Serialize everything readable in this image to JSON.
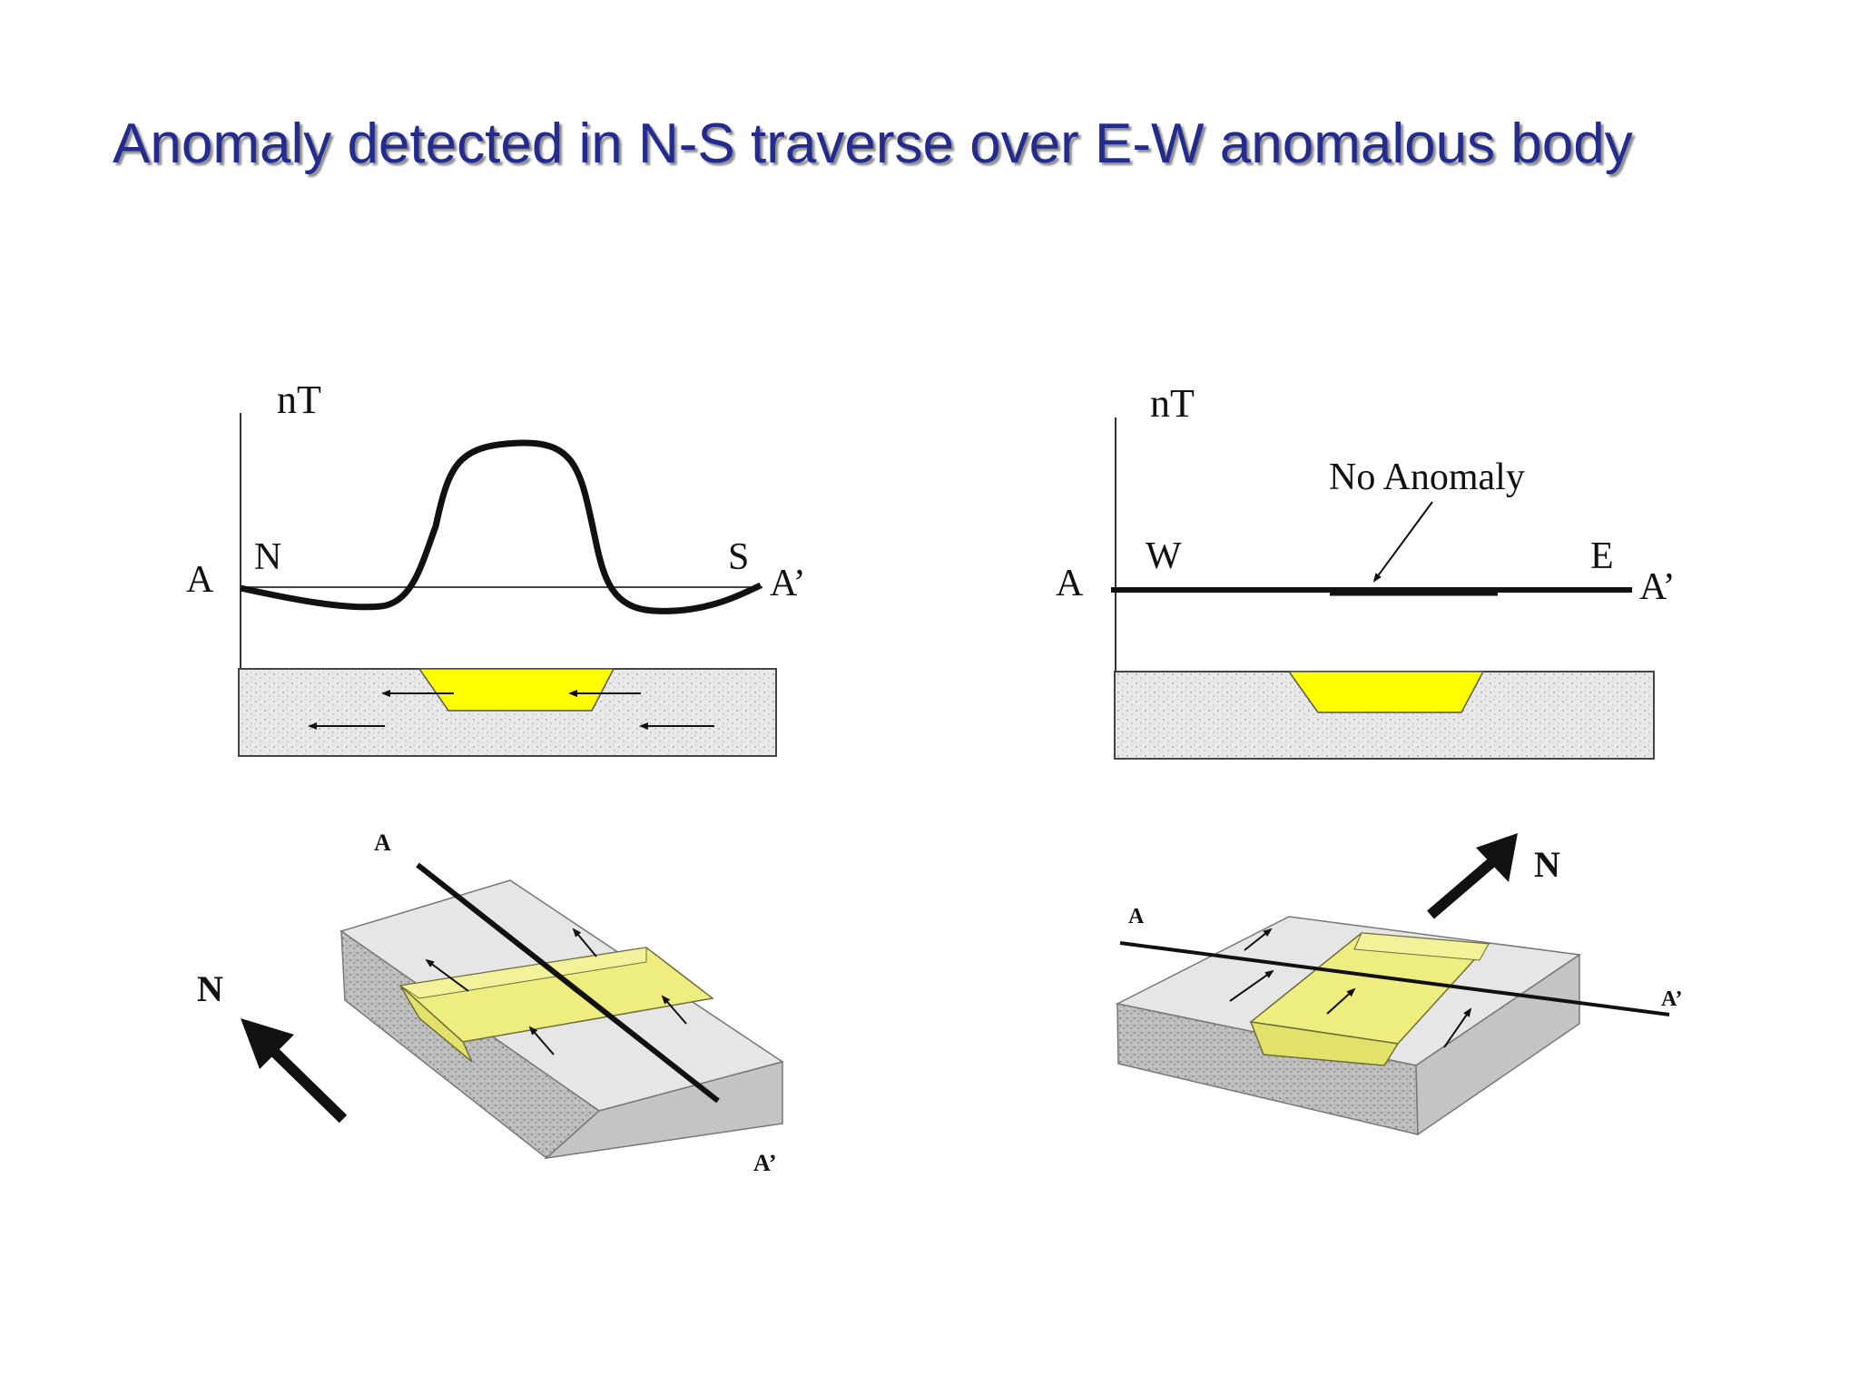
{
  "slide": {
    "title": "Anomaly detected in N-S traverse over E-W anomalous body"
  },
  "left_profile": {
    "y_axis_label": "nT",
    "start_label": "A",
    "end_label": "A’",
    "left_direction": "N",
    "right_direction": "S"
  },
  "right_profile": {
    "y_axis_label": "nT",
    "start_label": "A",
    "end_label": "A’",
    "left_direction": "W",
    "right_direction": "E",
    "annotation": "No Anomaly"
  },
  "left_block": {
    "start_label": "A",
    "end_label": "A’",
    "north_label": "N"
  },
  "right_block": {
    "start_label": "A",
    "end_label": "A’",
    "north_label": "N"
  },
  "colors": {
    "title": "#232c8c",
    "body_fill": "#ffff00",
    "body_fill_3d": "#eded80",
    "rock_fill": "#e6e6e6"
  }
}
